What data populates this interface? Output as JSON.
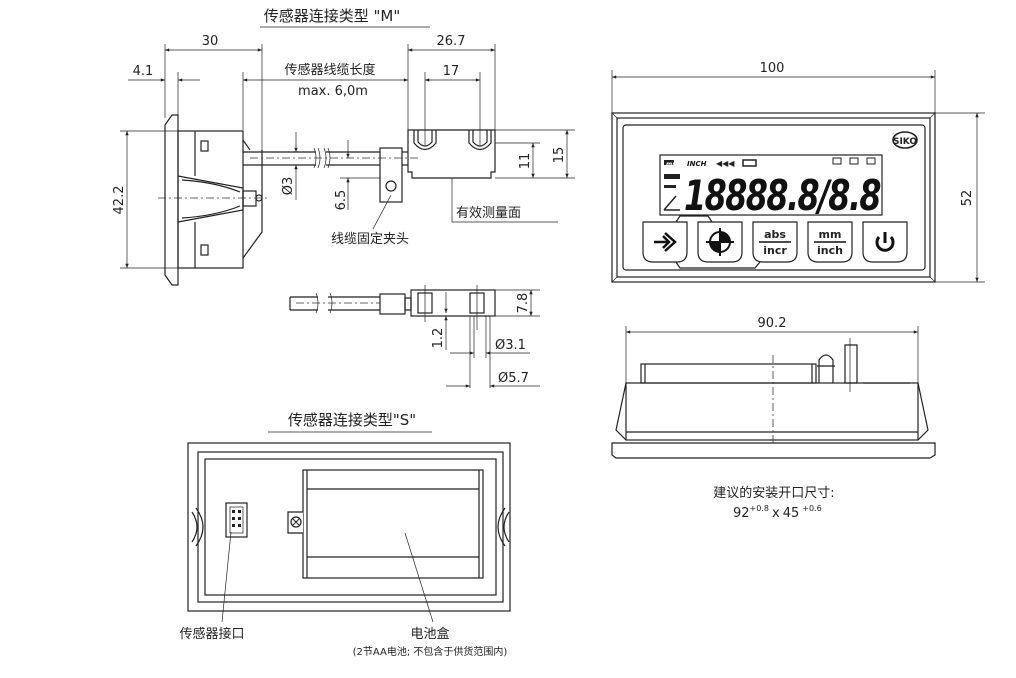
{
  "sensor_m": {
    "title": "传感器连接类型 \"M\"",
    "dims": {
      "d30": "30",
      "d4_1": "4.1",
      "d26_7": "26.7",
      "d17": "17",
      "d42_2": "42.2",
      "d3": "Ø3",
      "d6_5": "6.5",
      "d11": "11",
      "d15": "15"
    },
    "cable_length_label": "传感器线缆长度",
    "cable_length_value": "max. 6,0m",
    "cable_clamp_label": "线缆固定夹头",
    "measuring_surface_label": "有效测量面",
    "side_dims": {
      "d7_8": "7.8",
      "d1_2": "1.2",
      "d3_1": "Ø3.1",
      "d5_7": "Ø5.7"
    }
  },
  "front_view": {
    "width_dim": "100",
    "height_dim": "52",
    "logo": "SIKO",
    "lcd": {
      "unit_mm": "mm",
      "unit_inch": "INCH",
      "digits": "18888.8/8.8"
    },
    "buttons": [
      {
        "name": "enter",
        "icon": "enter-arrow-icon"
      },
      {
        "name": "reference",
        "icon": "crosshair-icon"
      },
      {
        "name": "abs-incr",
        "top": "abs",
        "bottom": "incr"
      },
      {
        "name": "mm-inch",
        "top": "mm",
        "bottom": "inch"
      },
      {
        "name": "power",
        "icon": "power-icon"
      }
    ]
  },
  "top_view": {
    "width_dim": "90.2",
    "cutout_label": "建议的安装开口尺寸:",
    "cutout_w": "92",
    "cutout_w_tol": "+0.8",
    "cutout_x": "x",
    "cutout_h": "45",
    "cutout_h_tol": "+0.6"
  },
  "sensor_s": {
    "title": "传感器连接类型\"S\"",
    "connector_label": "传感器接口",
    "battery_label": "电池盒",
    "battery_note": "(2节AA电池; 不包含于供货范围内)"
  }
}
